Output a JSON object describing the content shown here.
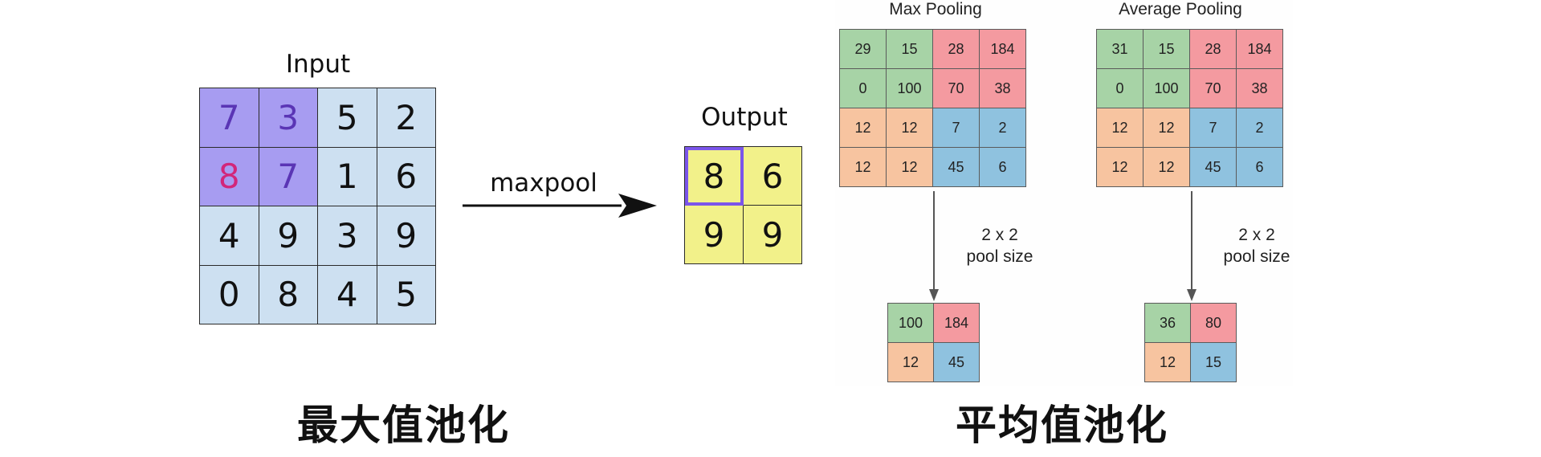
{
  "maxpool_demo": {
    "input_label": "Input",
    "input_grid": [
      [
        "7",
        "3",
        "5",
        "2"
      ],
      [
        "8",
        "7",
        "1",
        "6"
      ],
      [
        "4",
        "9",
        "3",
        "9"
      ],
      [
        "0",
        "8",
        "4",
        "5"
      ]
    ],
    "arrow_label": "maxpool",
    "output_label": "Output",
    "output_grid": [
      [
        "8",
        "6"
      ],
      [
        "9",
        "9"
      ]
    ],
    "colors": {
      "cell_bg": "#cde0f1",
      "window_bg": "#a79cf1",
      "window_text": "#5a35b5",
      "max_text": "#d2267a",
      "output_bg": "#f2f18a",
      "highlight": "#7b55ea"
    }
  },
  "pooling_figure": {
    "max": {
      "title": "Max Pooling",
      "input": [
        [
          "29",
          "15",
          "28",
          "184"
        ],
        [
          "0",
          "100",
          "70",
          "38"
        ],
        [
          "12",
          "12",
          "7",
          "2"
        ],
        [
          "12",
          "12",
          "45",
          "6"
        ]
      ],
      "pool_label_1": "2 x 2",
      "pool_label_2": "pool size",
      "output": [
        [
          "100",
          "184"
        ],
        [
          "12",
          "45"
        ]
      ]
    },
    "avg": {
      "title": "Average Pooling",
      "input": [
        [
          "31",
          "15",
          "28",
          "184"
        ],
        [
          "0",
          "100",
          "70",
          "38"
        ],
        [
          "12",
          "12",
          "7",
          "2"
        ],
        [
          "12",
          "12",
          "45",
          "6"
        ]
      ],
      "pool_label_1": "2 x 2",
      "pool_label_2": "pool size",
      "output": [
        [
          "36",
          "80"
        ],
        [
          "12",
          "15"
        ]
      ]
    },
    "colors": {
      "green": "#a7d3a6",
      "red": "#f49aa0",
      "orange": "#f7c4a0",
      "blue": "#8fc2df"
    }
  },
  "captions": {
    "left": "最大值池化",
    "right": "平均值池化"
  }
}
